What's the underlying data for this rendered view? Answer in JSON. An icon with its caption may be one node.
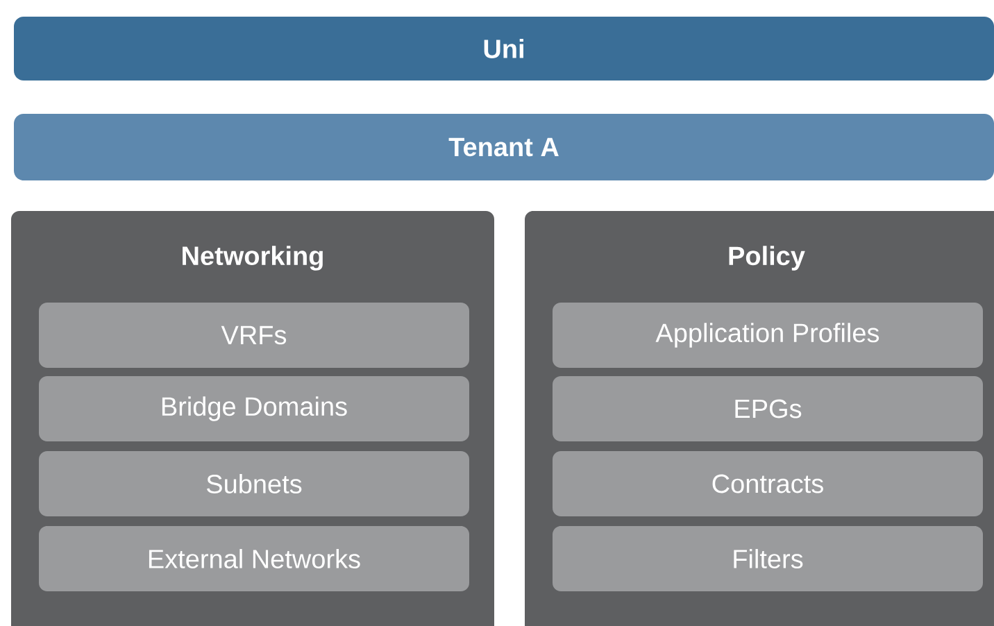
{
  "diagram": {
    "nodes": [
      {
        "text": [
          "Uni"
        ]
      },
      {
        "text": [
          "Tenant A"
        ]
      },
      {
        "text": [
          "Networking"
        ]
      },
      {
        "text": [
          "VRFs"
        ],
        "in": 2
      },
      {
        "text": [
          "Bridge Domains"
        ],
        "in": 2
      },
      {
        "text": [
          "Subnets"
        ],
        "in": 2
      },
      {
        "text": [
          "External Networks"
        ],
        "in": 2
      },
      {
        "text": [
          "Policy"
        ]
      },
      {
        "text": [
          "Application Profiles"
        ],
        "in": 7
      },
      {
        "text": [
          "EPGs"
        ],
        "in": 7
      },
      {
        "text": [
          "Contracts"
        ],
        "in": 7
      },
      {
        "text": [
          "Filters"
        ],
        "in": 7
      }
    ]
  }
}
